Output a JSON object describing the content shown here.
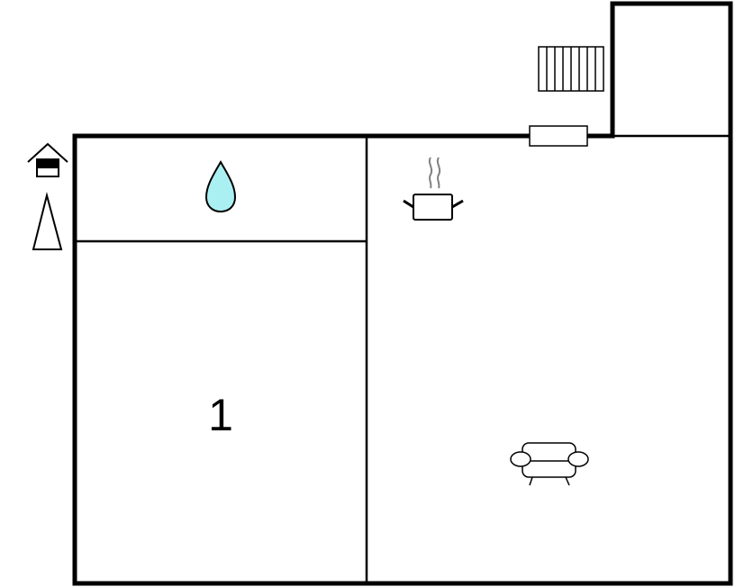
{
  "floor_plan": {
    "rooms": [
      {
        "id": "bedroom",
        "label": "1"
      },
      {
        "id": "bathroom",
        "label": ""
      },
      {
        "id": "living-kitchen",
        "label": ""
      },
      {
        "id": "annex",
        "label": ""
      }
    ],
    "icons": {
      "entrance": "house-entrance-icon",
      "north": "north-arrow-icon",
      "bath": "water-drop-icon",
      "kitchen": "cooking-pot-icon",
      "living": "sofa-icon",
      "stairs": "staircase-icon",
      "window": "window-icon"
    },
    "colors": {
      "wall": "#000000",
      "water": "#aaf0f2",
      "steam": "#808080",
      "background": "#ffffff"
    }
  }
}
